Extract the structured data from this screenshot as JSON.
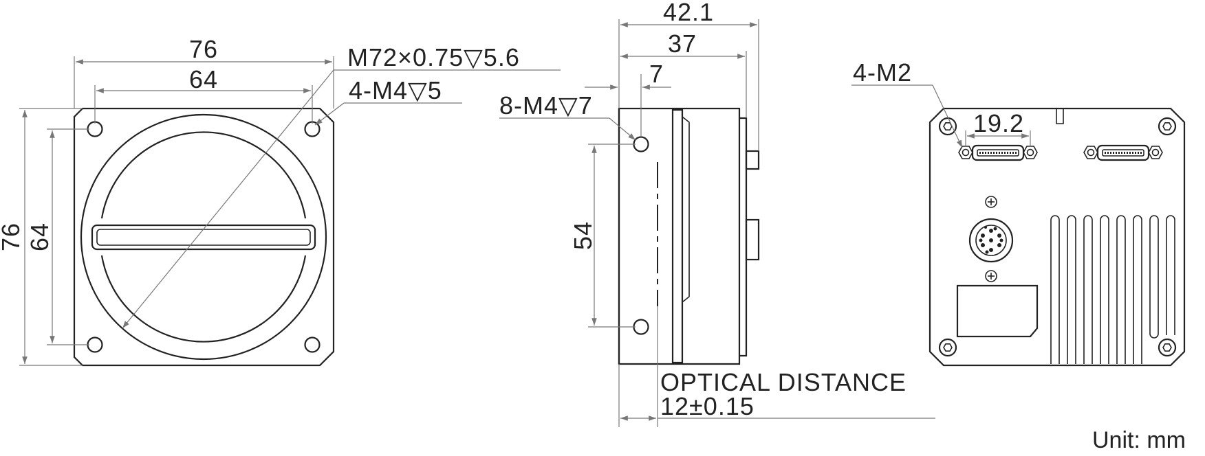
{
  "front_view": {
    "outer_width_label": "76",
    "inner_width_label": "64",
    "outer_height_label": "76",
    "inner_height_label": "64",
    "lens_mount_callout": "M72×0.75▽5.6",
    "mount_holes_callout": "4-M4▽5"
  },
  "side_view": {
    "overall_length_label": "42.1",
    "body_length_label": "37",
    "front_offset_label": "7",
    "hole_spacing_label": "54",
    "side_holes_callout": "8-M4▽7",
    "optical_distance_title": "OPTICAL DISTANCE",
    "optical_distance_value": "12±0.15"
  },
  "rear_view": {
    "connector_screws_callout": "4-M2",
    "screw_spacing_label": "19.2"
  },
  "unit_note": "Unit: mm",
  "colors": {
    "outline": "#222222",
    "dimension_line": "#777777",
    "background": "#ffffff"
  }
}
